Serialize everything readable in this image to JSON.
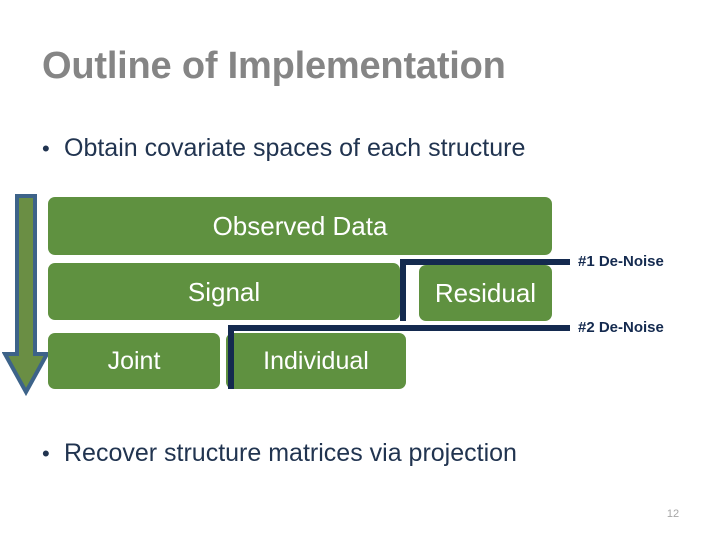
{
  "slide": {
    "title": "Outline of Implementation",
    "page_number": "12",
    "bullet_marker": "•",
    "bullets": [
      {
        "text": "Obtain covariate spaces of each structure"
      },
      {
        "text": "Recover structure matrices via projection"
      }
    ],
    "colors": {
      "title_gray": "#858585",
      "body_navy": "#213450",
      "box_green": "#5f9140",
      "connector_navy": "#142a4f",
      "arrow_fill": "#6a8e44",
      "arrow_stroke": "#3d6389",
      "page_number_gray": "#a6a6a6",
      "background": "#ffffff"
    }
  },
  "diagram": {
    "name": "decomposition-flow-diagram",
    "arrow_icon": "down-arrow-icon",
    "boxes": [
      {
        "id": "observed",
        "label": "Observed Data",
        "level": 1
      },
      {
        "id": "signal",
        "label": "Signal",
        "level": 2
      },
      {
        "id": "residual",
        "label": "Residual",
        "level": 2
      },
      {
        "id": "joint",
        "label": "Joint",
        "level": 3
      },
      {
        "id": "individual",
        "label": "Individual",
        "level": 3
      }
    ],
    "annotations": [
      {
        "id": "denoise-1",
        "label": "#1 De-Noise",
        "points_to": "residual"
      },
      {
        "id": "denoise-2",
        "label": "#2 De-Noise",
        "points_to": "individual"
      }
    ]
  }
}
